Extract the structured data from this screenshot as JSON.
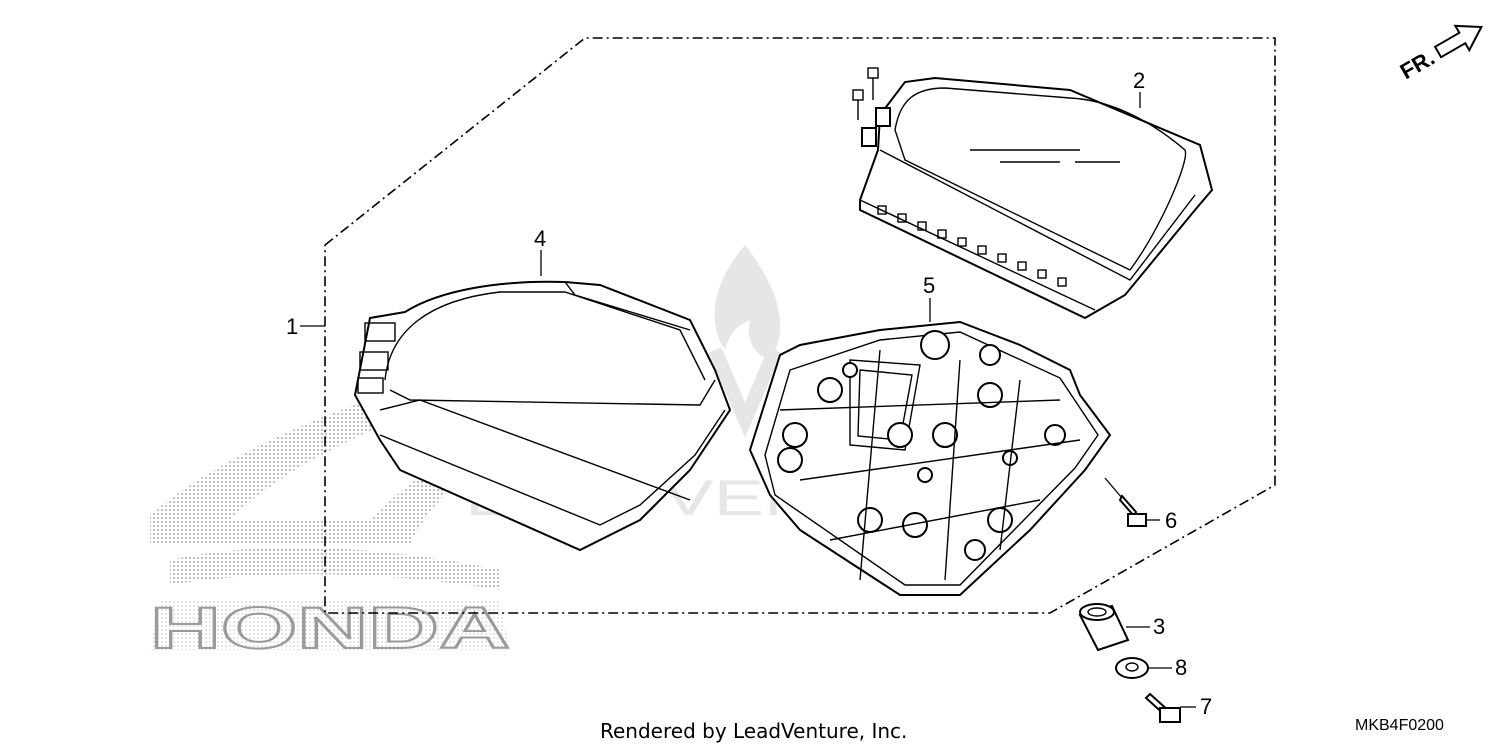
{
  "diagram": {
    "callouts": [
      {
        "id": "1",
        "label": "1"
      },
      {
        "id": "2",
        "label": "2"
      },
      {
        "id": "3",
        "label": "3"
      },
      {
        "id": "4",
        "label": "4"
      },
      {
        "id": "5",
        "label": "5"
      },
      {
        "id": "6",
        "label": "6"
      },
      {
        "id": "7",
        "label": "7"
      },
      {
        "id": "8",
        "label": "8"
      }
    ],
    "direction_label": "FR.",
    "footer_credit": "Rendered by LeadVenture, Inc.",
    "diagram_code": "MKB4F0200",
    "logo_text": "HONDA",
    "watermark_text": "LEADVENTURE"
  },
  "colors": {
    "line": "#000000",
    "background": "#ffffff",
    "logo_dots": "#9a9a9a",
    "watermark": "#e6e6e6"
  }
}
